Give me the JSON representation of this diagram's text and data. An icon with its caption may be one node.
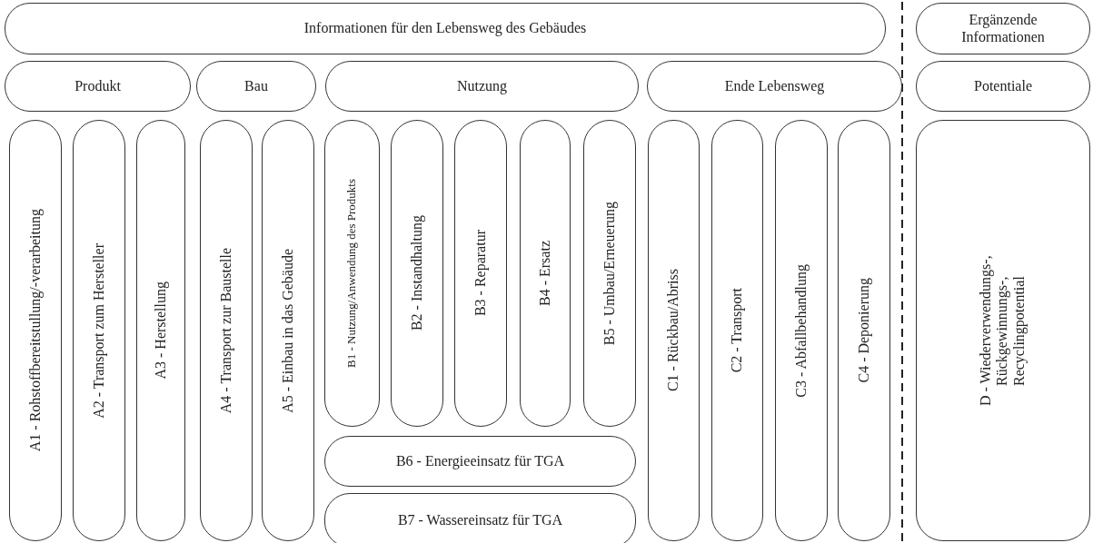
{
  "diagram": {
    "nodes": [
      {
        "text": [
          "Informationen für den Lebensweg des Gebäudes"
        ]
      },
      {
        "text": [
          "Ergänzende Informationen"
        ]
      },
      {
        "text": [
          "Produkt"
        ]
      },
      {
        "text": [
          "Bau"
        ]
      },
      {
        "text": [
          "Nutzung"
        ]
      },
      {
        "text": [
          "Ende Lebensweg"
        ]
      },
      {
        "text": [
          "Potentiale"
        ]
      },
      {
        "text": [
          "A1 - Rohstoffbereitstullung/-verarbeitung"
        ]
      },
      {
        "text": [
          "A2 - Transport zum Hersteller"
        ]
      },
      {
        "text": [
          "A3 - Herstellung"
        ]
      },
      {
        "text": [
          "A4 - Transport zur Baustelle"
        ]
      },
      {
        "text": [
          "A5 - Einbau in das Gebäude"
        ]
      },
      {
        "text": [
          "B1 - Nutzung/Anwendung des Produkts"
        ]
      },
      {
        "text": [
          "B2 - Instandhaltung"
        ]
      },
      {
        "text": [
          "B3 - Reparatur"
        ]
      },
      {
        "text": [
          "B4 - Ersatz"
        ]
      },
      {
        "text": [
          "B5 - Umbau/Erneuerung"
        ]
      },
      {
        "text": [
          "B6 - Energieeinsatz für TGA"
        ]
      },
      {
        "text": [
          "B7 - Wassereinsatz für TGA"
        ]
      },
      {
        "text": [
          "C1 - Rückbau/Abriss"
        ]
      },
      {
        "text": [
          "C2 - Transport"
        ]
      },
      {
        "text": [
          "C3 - Abfallbehandlung"
        ]
      },
      {
        "text": [
          "C4 - Deponierung"
        ]
      },
      {
        "text": [
          "D - Wiederverwendungs-, Rückgewinnungs-, Recyclingpotential"
        ]
      }
    ]
  }
}
